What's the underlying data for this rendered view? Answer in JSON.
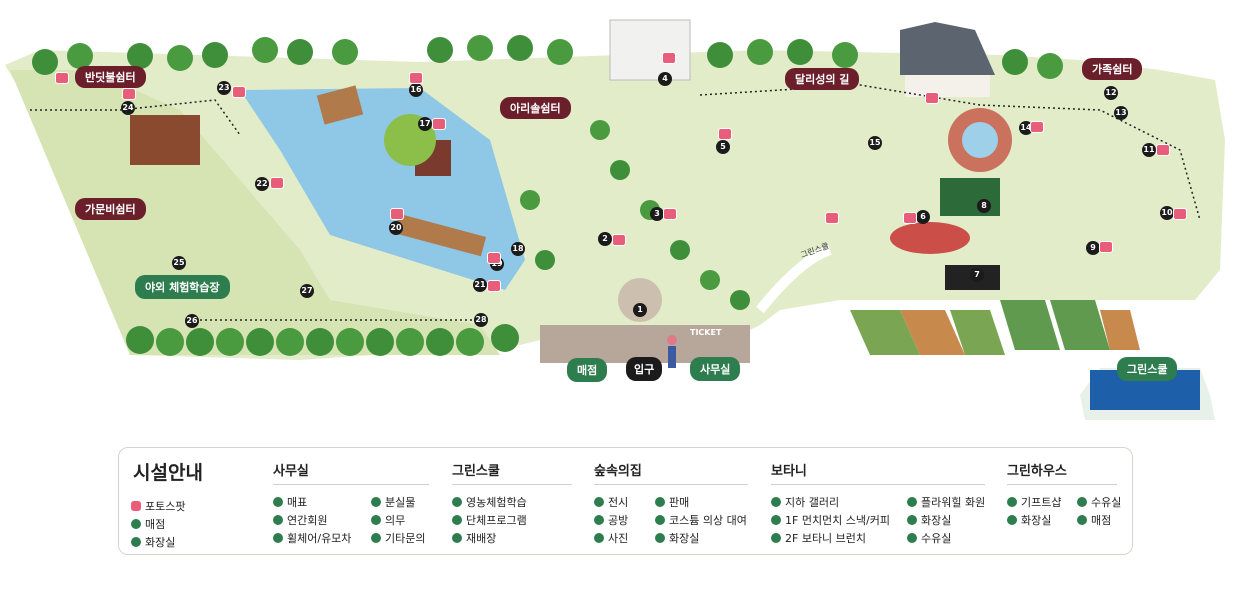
{
  "map": {
    "labels": {
      "bandeut": "반딧불쉼터",
      "gamunbi": "가문비쉼터",
      "arisol": "아리솔쉼터",
      "dallisung": "달리성의 길",
      "gajok": "가족쉼터",
      "yaoe": "야외 체험학습장",
      "greenschool_path": "그린스쿨",
      "greenschool_bldg": "그린스쿨",
      "maejeom": "매점",
      "ipgu": "입구",
      "samusil": "사무실",
      "ticket": "TICKET"
    },
    "numbers": [
      "1",
      "2",
      "3",
      "4",
      "5",
      "6",
      "7",
      "8",
      "9",
      "10",
      "11",
      "12",
      "13",
      "14",
      "15",
      "16",
      "17",
      "18",
      "19",
      "20",
      "21",
      "22",
      "23",
      "24",
      "25",
      "26",
      "27",
      "28"
    ]
  },
  "legend": {
    "title": "시설안내",
    "general": [
      "포토스팟",
      "매점",
      "화장실"
    ],
    "sections": [
      {
        "name": "사무실",
        "items": [
          "매표",
          "분실물",
          "연간회원",
          "의무",
          "휠체어/유모차",
          "기타문의"
        ]
      },
      {
        "name": "그린스쿨",
        "items": [
          "영농체험학습",
          "단체프로그램",
          "재배장"
        ]
      },
      {
        "name": "숲속의집",
        "items": [
          "전시",
          "판매",
          "공방",
          "코스튬 의상 대여",
          "사진",
          "화장실"
        ]
      },
      {
        "name": "보타니",
        "items": [
          "지하 갤러리",
          "플라워힐 화원",
          "1F 먼치먼치 스낵/커피",
          "화장실",
          "2F 보타니 브런치",
          "수유실"
        ]
      },
      {
        "name": "그린하우스",
        "items": [
          "기프트샵",
          "수유실",
          "화장실",
          "매점"
        ]
      }
    ]
  },
  "colors": {
    "accent_label": "#6b1f2a",
    "green_label": "#2e7d4f",
    "photo_spot": "#e85d7a",
    "lawn": "#dfe9c8",
    "pond": "#8fc7e6"
  }
}
